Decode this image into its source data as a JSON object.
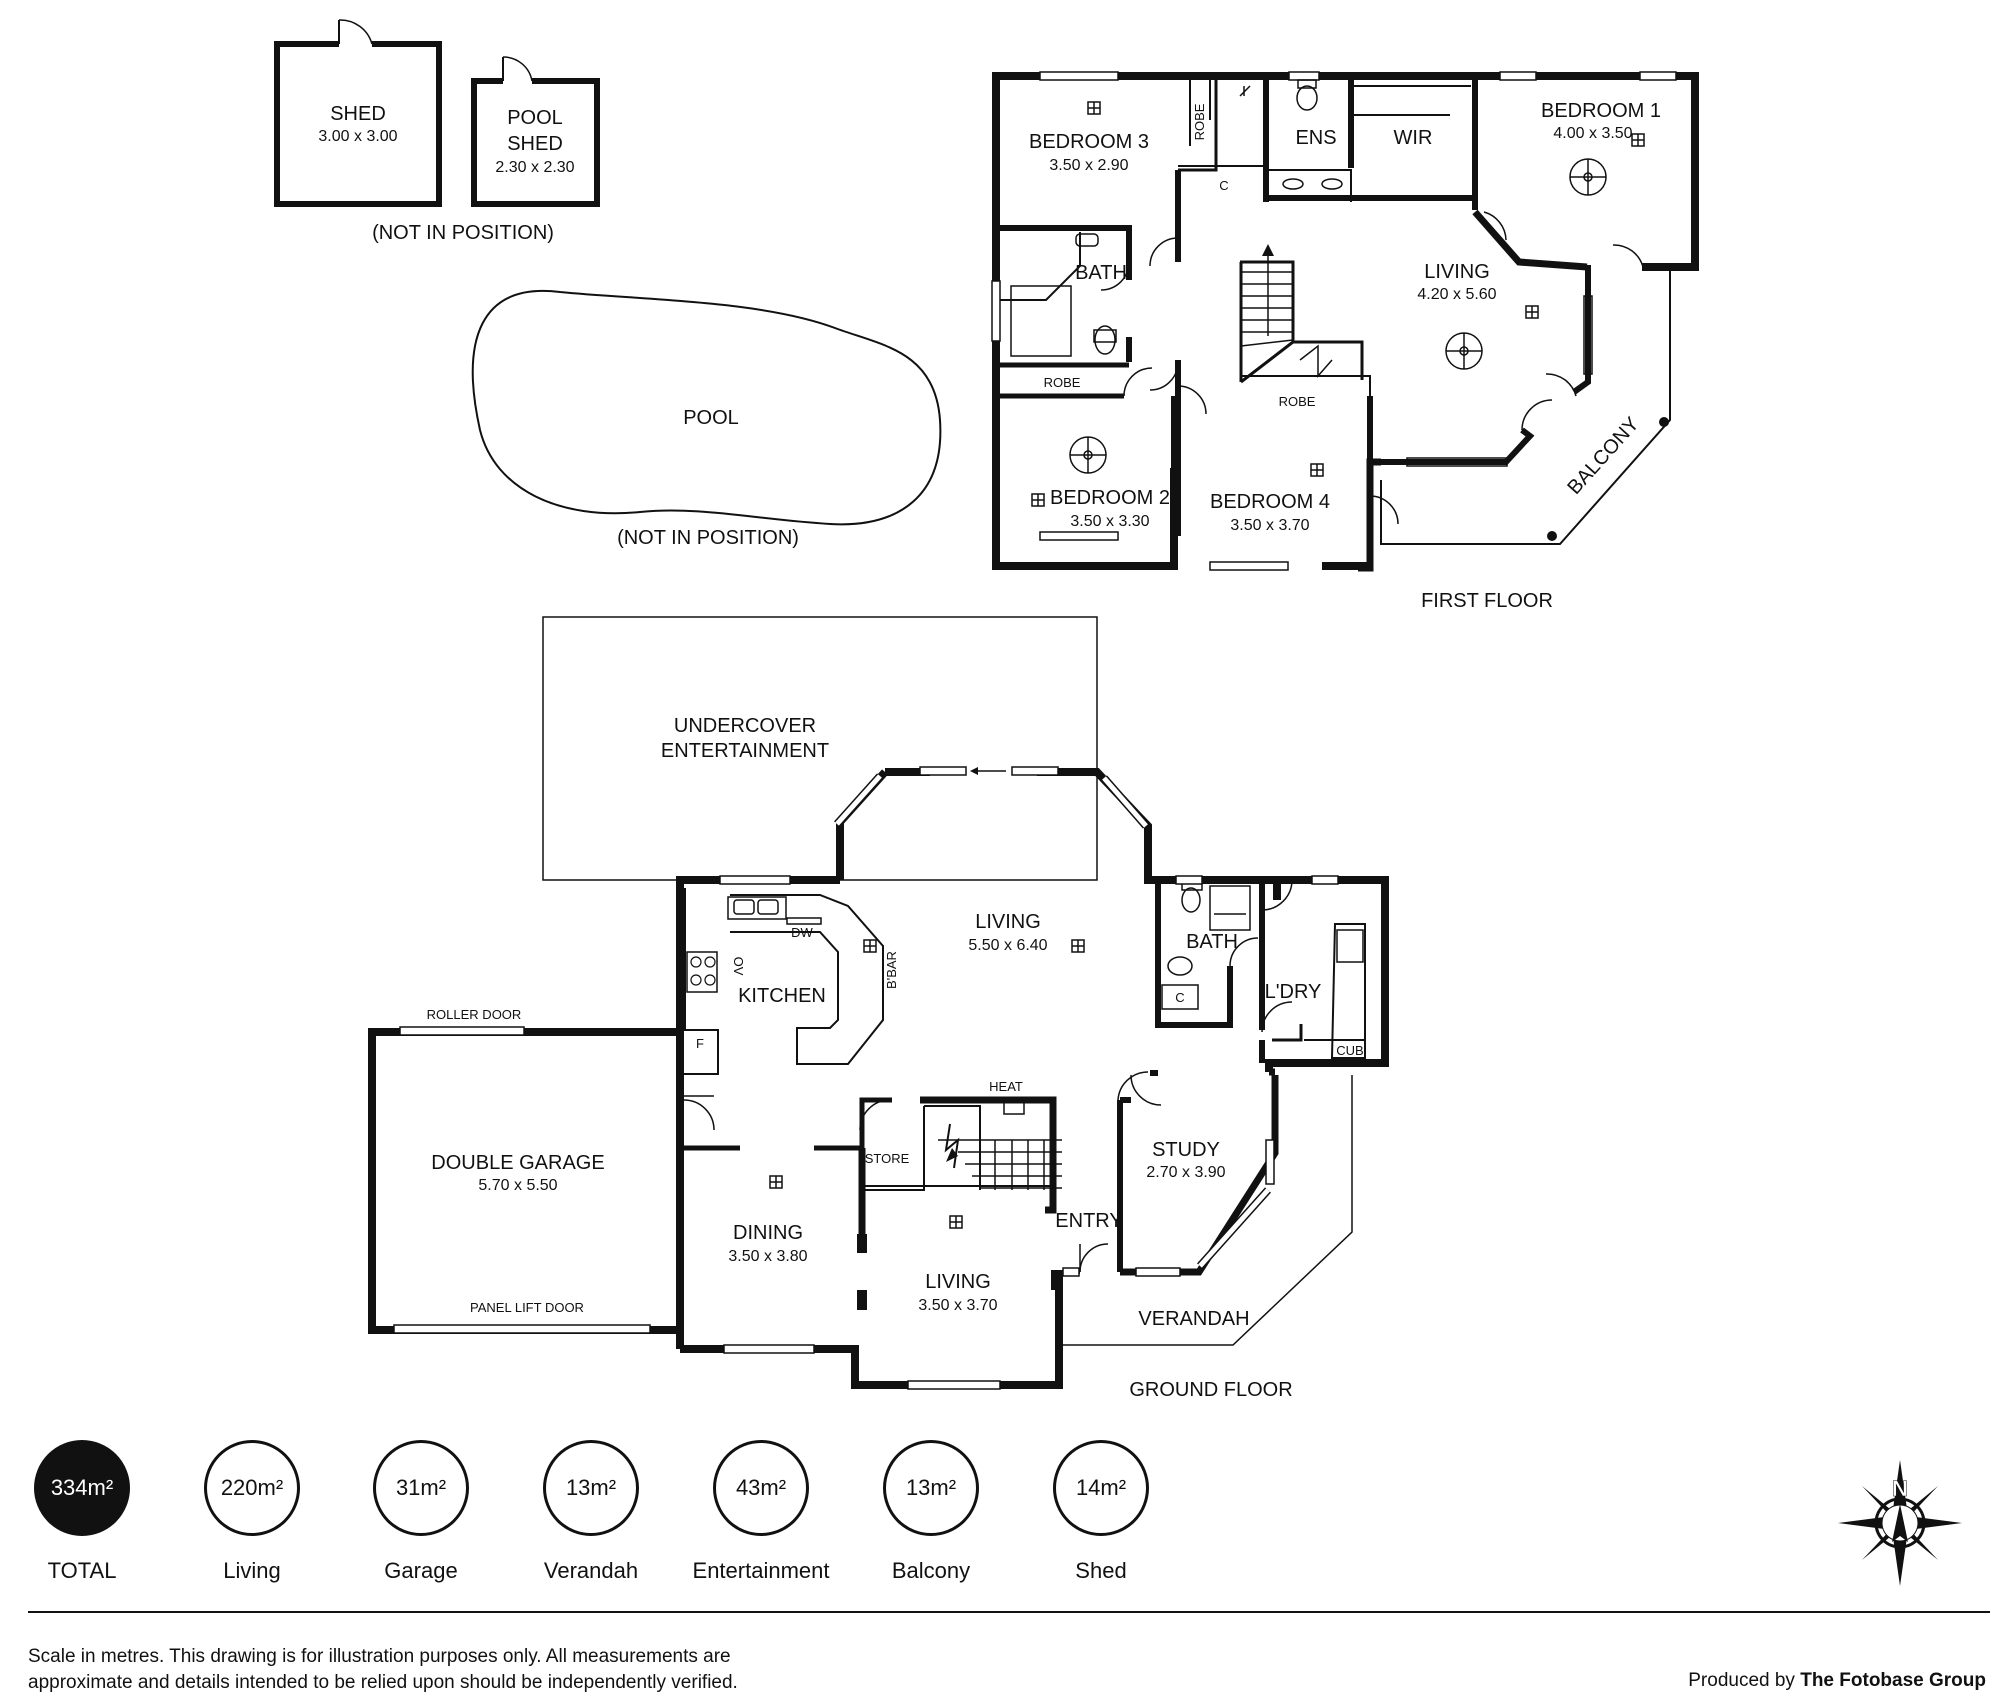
{
  "labels": {
    "first_floor": "FIRST FLOOR",
    "ground_floor": "GROUND FLOOR",
    "not_in_position_sheds": "(NOT IN POSITION)",
    "not_in_position_pool": "(NOT IN POSITION)"
  },
  "outbuildings": {
    "shed": {
      "name": "SHED",
      "dims": "3.00 x 3.00"
    },
    "pool_shed": {
      "name_line1": "POOL",
      "name_line2": "SHED",
      "dims": "2.30 x 2.30"
    },
    "pool": {
      "name": "POOL"
    }
  },
  "first_floor": {
    "bedroom3": {
      "name": "BEDROOM 3",
      "dims": "3.50 x 2.90"
    },
    "robe_b3": "ROBE",
    "c": "C",
    "ens": "ENS",
    "wir": "WIR",
    "bedroom1": {
      "name": "BEDROOM 1",
      "dims": "4.00 x 3.50"
    },
    "bath": "BATH",
    "living": {
      "name": "LIVING",
      "dims": "4.20 x 5.60"
    },
    "robe_b2": "ROBE",
    "robe_b4": "ROBE",
    "bedroom2": {
      "name": "BEDROOM 2",
      "dims": "3.50 x 3.30"
    },
    "bedroom4": {
      "name": "BEDROOM 4",
      "dims": "3.50 x 3.70"
    },
    "balcony": "BALCONY"
  },
  "ground_floor": {
    "undercover": {
      "line1": "UNDERCOVER",
      "line2": "ENTERTAINMENT"
    },
    "living_main": {
      "name": "LIVING",
      "dims": "5.50 x 6.40"
    },
    "kitchen": "KITCHEN",
    "dw": "DW",
    "ov": "OV",
    "bbar": "B'BAR",
    "f": "F",
    "bath": "BATH",
    "c": "C",
    "laundry": "L'DRY",
    "cub": "CUB",
    "roller_door": "ROLLER DOOR",
    "garage": {
      "name": "DOUBLE GARAGE",
      "dims": "5.70 x 5.50"
    },
    "panel_lift_door": "PANEL LIFT DOOR",
    "heat": "HEAT",
    "store": "STORE",
    "study": {
      "name": "STUDY",
      "dims": "2.70 x 3.90"
    },
    "entry": "ENTRY",
    "dining": {
      "name": "DINING",
      "dims": "3.50 x 3.80"
    },
    "living_front": {
      "name": "LIVING",
      "dims": "3.50 x 3.70"
    },
    "verandah": "VERANDAH"
  },
  "areas": [
    {
      "value": "334m²",
      "label": "TOTAL",
      "highlight": true
    },
    {
      "value": "220m²",
      "label": "Living",
      "highlight": false
    },
    {
      "value": "31m²",
      "label": "Garage",
      "highlight": false
    },
    {
      "value": "13m²",
      "label": "Verandah",
      "highlight": false
    },
    {
      "value": "43m²",
      "label": "Entertainment",
      "highlight": false
    },
    {
      "value": "13m²",
      "label": "Balcony",
      "highlight": false
    },
    {
      "value": "14m²",
      "label": "Shed",
      "highlight": false
    }
  ],
  "compass_letter": "N",
  "disclaimer": "Scale in metres. This drawing is for illustration purposes only. All measurements are approximate and details intended to be relied upon should be independently verified.",
  "credit_prefix": "Produced by",
  "credit_company": "The Fotobase Group"
}
